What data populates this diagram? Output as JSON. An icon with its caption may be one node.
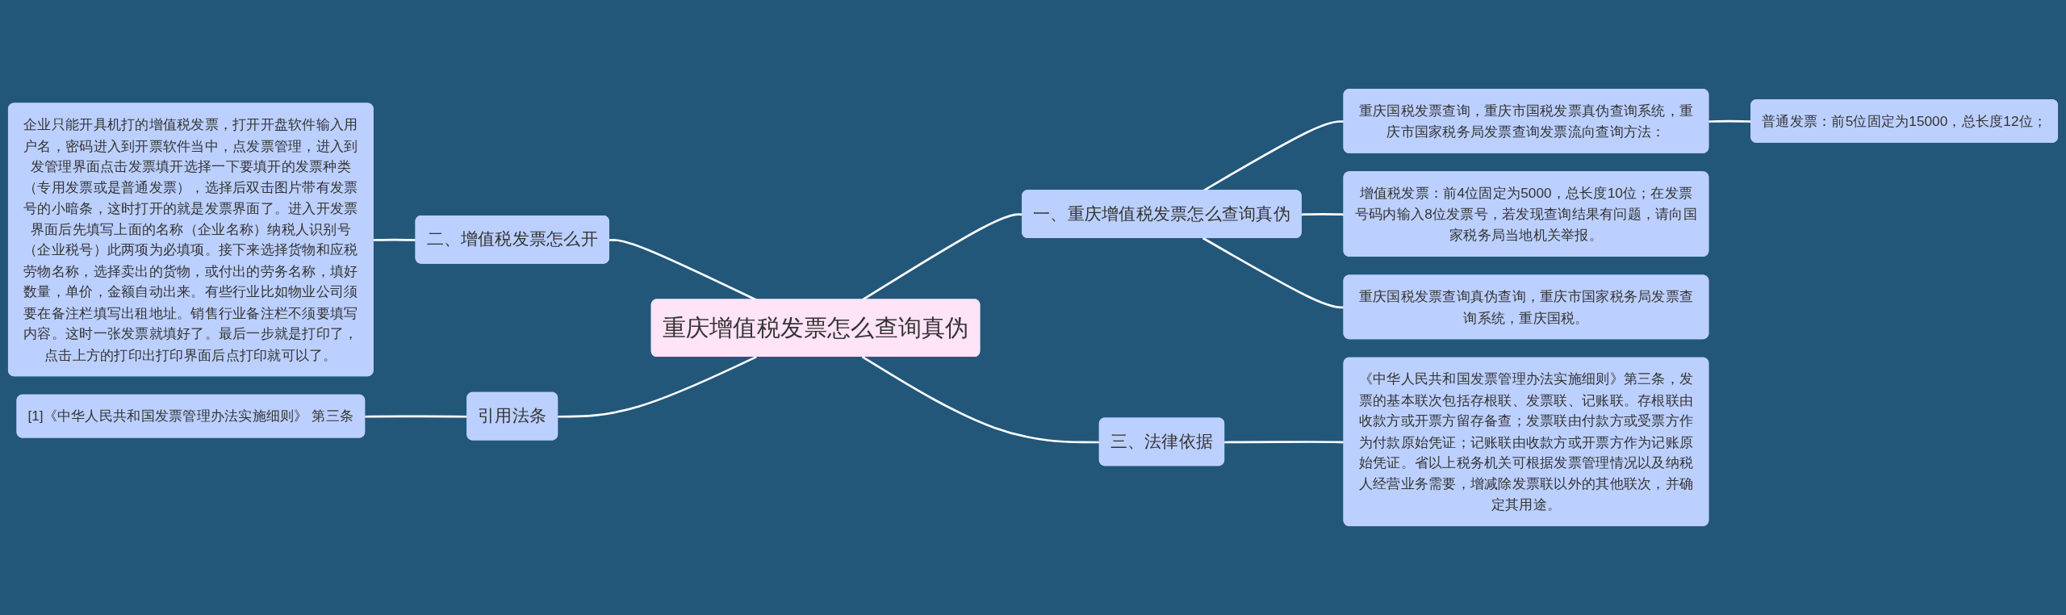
{
  "diagram": {
    "nodes": [
      {
        "text": [
          "重庆增值税发票怎么查询真伪"
        ]
      },
      {
        "text": [
          "一、重庆增值税发票怎么查询真伪"
        ]
      },
      {
        "text": [
          "重庆国税发票查询，重庆市国税发票真伪查询系统，重庆市国家税务局发票查询发票流向查询方法："
        ]
      },
      {
        "text": [
          "普通发票：前5位固定为15000，总长度12位；"
        ]
      },
      {
        "text": [
          "增值税发票：前4位固定为5000，总长度10位；在发票号码内输入8位发票号，若发现查询结果有问题，请向国家税务局当地机关举报。"
        ]
      },
      {
        "text": [
          "重庆国税发票查询真伪查询，重庆市国家税务局发票查询系统，重庆国税。"
        ]
      },
      {
        "text": [
          "三、法律依据"
        ]
      },
      {
        "text": [
          "《中华人民共和国发票管理办法实施细则》第三条，发票的基本联次包括存根联、发票联、记账联。存根联由收款方或开票方留存备查；发票联由付款方或受票方作为付款原始凭证；记账联由收款方或开票方作为记账原始凭证。省以上税务机关可根据发票管理情况以及纳税人经营业务需要，增减除发票联以外的其他联次，并确定其用途。"
        ]
      },
      {
        "text": [
          "二、增值税发票怎么开"
        ]
      },
      {
        "text": [
          "企业只能开具机打的增值税发票，打开开盘软件输入用户名，密码进入到开票软件当中，点发票管理，进入到发管理界面点击发票填开选择一下要填开的发票种类（专用发票或是普通发票），选择后双击图片带有发票号的小暗条，这时打开的就是发票界面了。进入开发票界面后先填写上面的名称（企业名称）纳税人识别号（企业税号）此两项为必填项。接下来选择货物和应税劳物名称，选择卖出的货物，或付出的劳务名称，填好数量，单价，金额自动出来。有些行业比如物业公司须要在备注栏填写出租地址。销售行业备注栏不须要填写内容。这时一张发票就填好了。最后一步就是打印了，点击上方的打印出打印界面后点打印就可以了。"
        ]
      },
      {
        "text": [
          "引用法条"
        ]
      },
      {
        "text": [
          "[1]《中华人民共和国发票管理办法实施细则》 第三条"
        ]
      }
    ],
    "edges": [
      {
        "from": 0,
        "to": 1,
        "arrow": "none"
      },
      {
        "from": 1,
        "to": 2,
        "arrow": "none"
      },
      {
        "from": 2,
        "to": 3,
        "arrow": "none"
      },
      {
        "from": 1,
        "to": 4,
        "arrow": "none"
      },
      {
        "from": 1,
        "to": 5,
        "arrow": "none"
      },
      {
        "from": 0,
        "to": 6,
        "arrow": "none"
      },
      {
        "from": 6,
        "to": 7,
        "arrow": "none"
      },
      {
        "from": 8,
        "to": 0,
        "arrow": "none"
      },
      {
        "from": 9,
        "to": 8,
        "arrow": "none"
      },
      {
        "from": 10,
        "to": 0,
        "arrow": "none"
      },
      {
        "from": 11,
        "to": 10,
        "arrow": "none"
      }
    ]
  }
}
